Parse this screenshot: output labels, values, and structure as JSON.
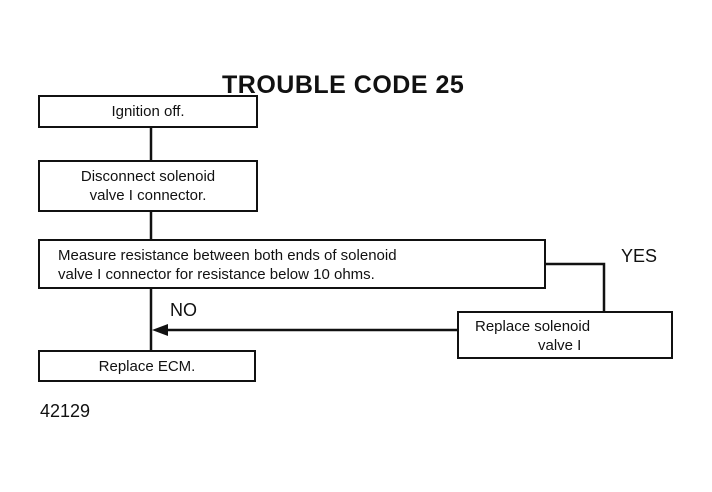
{
  "title": "TROUBLE CODE 25",
  "steps": {
    "ignition_off": "Ignition off.",
    "disconnect_line1": "Disconnect solenoid",
    "disconnect_line2": "valve I connector.",
    "measure_line1": "Measure resistance between both ends of solenoid",
    "measure_line2": "valve I connector for resistance below 10 ohms.",
    "replace_valve_line1": "Replace solenoid",
    "replace_valve_line2": "valve I",
    "replace_ecm": "Replace ECM."
  },
  "branches": {
    "yes": "YES",
    "no": "NO"
  },
  "figure_number": "42129"
}
